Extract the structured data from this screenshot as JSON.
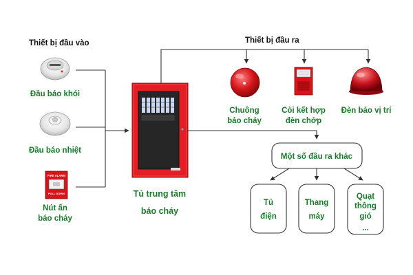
{
  "headers": {
    "inputs": "Thiết bị đầu vào",
    "outputs": "Thiết bị đầu ra"
  },
  "inputs": [
    {
      "label": "Đầu báo khói",
      "icon": "smoke-detector-icon"
    },
    {
      "label": "Đầu báo nhiệt",
      "icon": "heat-detector-icon"
    },
    {
      "label_lines": [
        "Nút ấn",
        "báo cháy"
      ],
      "icon": "manual-call-point-icon",
      "device_text": {
        "top": "FIRE  ALARM",
        "bottom": "PULL DOWN"
      }
    }
  ],
  "panel": {
    "label_lines": [
      "Tủ trung tâm",
      "báo cháy"
    ],
    "color": "#e31e24"
  },
  "outputs": [
    {
      "label_lines": [
        "Chuông",
        "báo cháy"
      ],
      "icon": "fire-bell-icon"
    },
    {
      "label_lines": [
        "Còi kết hợp",
        "đèn chớp"
      ],
      "icon": "horn-strobe-icon"
    },
    {
      "label_lines": [
        "Đèn báo vị trí"
      ],
      "icon": "location-lamp-icon"
    }
  ],
  "other_outputs": {
    "label": "Một số đầu ra khác",
    "items": [
      {
        "label_lines": [
          "Tủ",
          "điện"
        ]
      },
      {
        "label_lines": [
          "Thang",
          "máy"
        ]
      },
      {
        "label_lines": [
          "Quạt",
          "thông",
          "gió",
          "..."
        ]
      }
    ]
  },
  "colors": {
    "label_green": "#1a7a2a",
    "panel_red": "#e31e24",
    "line": "#333333"
  }
}
